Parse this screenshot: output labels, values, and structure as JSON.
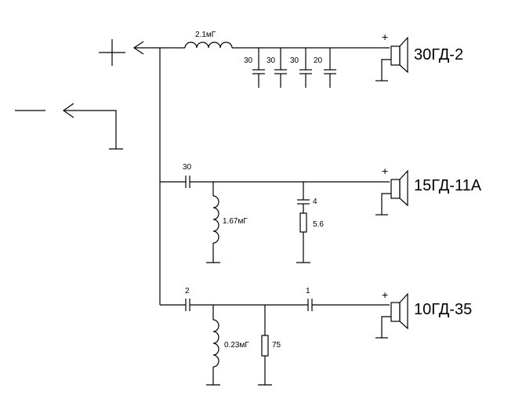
{
  "terminals": {
    "plus": "+",
    "minus": ""
  },
  "speakers": {
    "sp1": {
      "label": "30ГД-2",
      "polarity": "+"
    },
    "sp2": {
      "label": "15ГД-11А",
      "polarity": "+"
    },
    "sp3": {
      "label": "10ГД-35",
      "polarity": "+"
    }
  },
  "components": {
    "l1": "2.1мГ",
    "c_bank": [
      "30",
      "30",
      "30",
      "20"
    ],
    "c2": "30",
    "l2": "1.67мГ",
    "c3": "4",
    "r1": "5.6",
    "c4": "2",
    "l3": "0.23мГ",
    "r2": "75",
    "c5": "1"
  }
}
